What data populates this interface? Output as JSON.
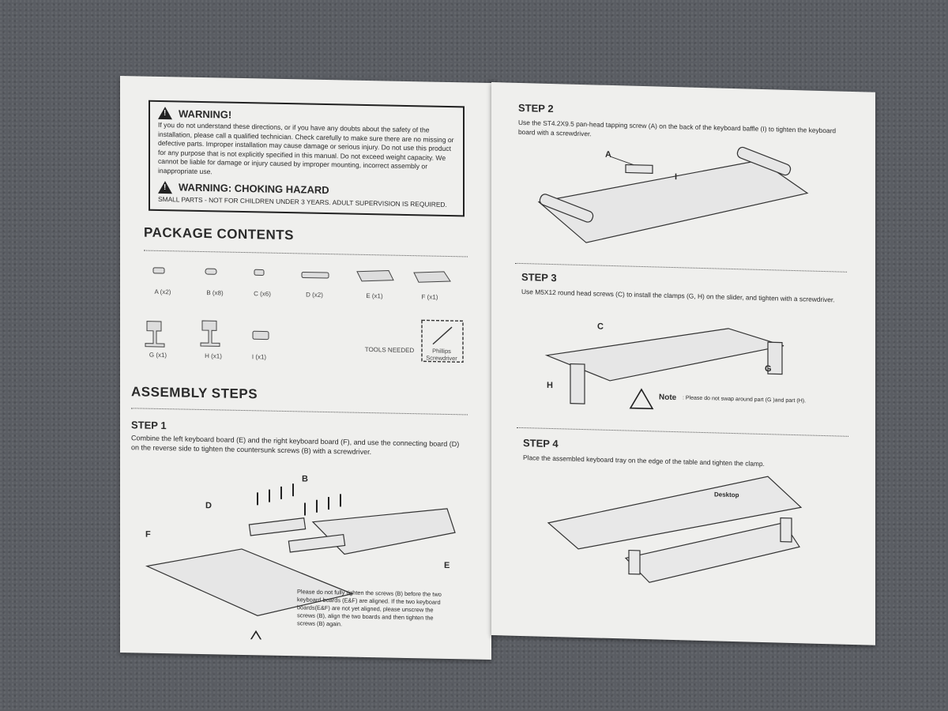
{
  "left": {
    "warning": {
      "title": "WARNING!",
      "text": "If you do not understand these directions, or if you have any doubts about the safety of the installation, please call a qualified technician. Check carefully to make sure there are no missing or defective parts. Improper installation may cause damage or serious injury. Do not use this product for any purpose that is not explicitly specified in this manual. Do not exceed weight capacity. We cannot be liable for damage or injury caused by improper mounting, incorrect assembly or inappropriate use.",
      "choking_title": "WARNING: CHOKING HAZARD",
      "choking_text": "SMALL PARTS - NOT FOR CHILDREN UNDER 3 YEARS. ADULT SUPERVISION IS REQUIRED."
    },
    "package_title": "PACKAGE CONTENTS",
    "parts": [
      "A (x2)",
      "B (x8)",
      "C (x6)",
      "D (x2)",
      "E (x1)",
      "F (x1)",
      "G (x1)",
      "H (x1)",
      "I (x1)"
    ],
    "tools_needed": "TOOLS NEEDED",
    "tool_name": "Phillips Screwdriver",
    "assembly_title": "ASSEMBLY STEPS",
    "step1": {
      "title": "STEP 1",
      "text": "Combine the left keyboard board (E) and the right keyboard board (F), and use the connecting board (D) on the reverse side to tighten the countersunk screws (B) with a screwdriver.",
      "labels": [
        "B",
        "D",
        "F",
        "E"
      ],
      "note": "Please do not fully tighten the screws (B) before the two keyboard boards (E&F) are aligned. If the two keyboard boards(E&F) are not yet aligned, please unscrew the screws (B), align the two boards and then tighten the screws (B) again."
    }
  },
  "right": {
    "step2": {
      "title": "STEP 2",
      "text": "Use the ST4.2X9.5 pan-head tapping screw (A) on the back of the keyboard baffle (I) to tighten the keyboard board with a screwdriver.",
      "labels": [
        "A",
        "I"
      ]
    },
    "step3": {
      "title": "STEP 3",
      "text": "Use M5X12 round head screws (C) to install the clamps (G, H) on the slider, and tighten with a screwdriver.",
      "labels": [
        "C",
        "G",
        "H"
      ],
      "note_label": "Note",
      "note_text": ": Please do not swap around part (G )and part (H)."
    },
    "step4": {
      "title": "STEP 4",
      "text": "Place the assembled keyboard tray on the edge of the table and tighten the clamp.",
      "desk_label": "Desktop"
    }
  }
}
